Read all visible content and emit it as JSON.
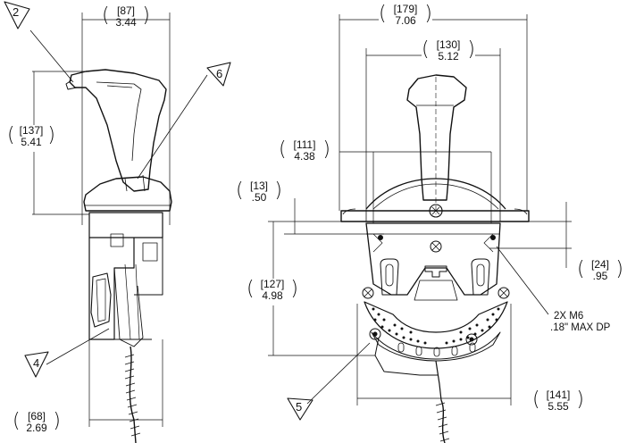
{
  "dimensions": {
    "width_side": {
      "mm": "[87]",
      "in": "3.44"
    },
    "height_side": {
      "mm": "[137]",
      "in": "5.41"
    },
    "depth_side": {
      "mm": "[68]",
      "in": "2.69"
    },
    "width_total": {
      "mm": "[179]",
      "in": "7.06"
    },
    "width_handle": {
      "mm": "[130]",
      "in": "5.12"
    },
    "width_mid": {
      "mm": "[111]",
      "in": "4.38"
    },
    "flange": {
      "mm": "[13]",
      "in": ".50"
    },
    "height_front": {
      "mm": "[127]",
      "in": "4.98"
    },
    "offset": {
      "mm": "[24]",
      "in": ".95"
    },
    "width_bottom": {
      "mm": "[141]",
      "in": "5.55"
    }
  },
  "callouts": {
    "c2": "2",
    "c4": "4",
    "c5": "5",
    "c6": "6"
  },
  "note": {
    "line1": "2X M6",
    "line2": ".18\" MAX DP"
  }
}
